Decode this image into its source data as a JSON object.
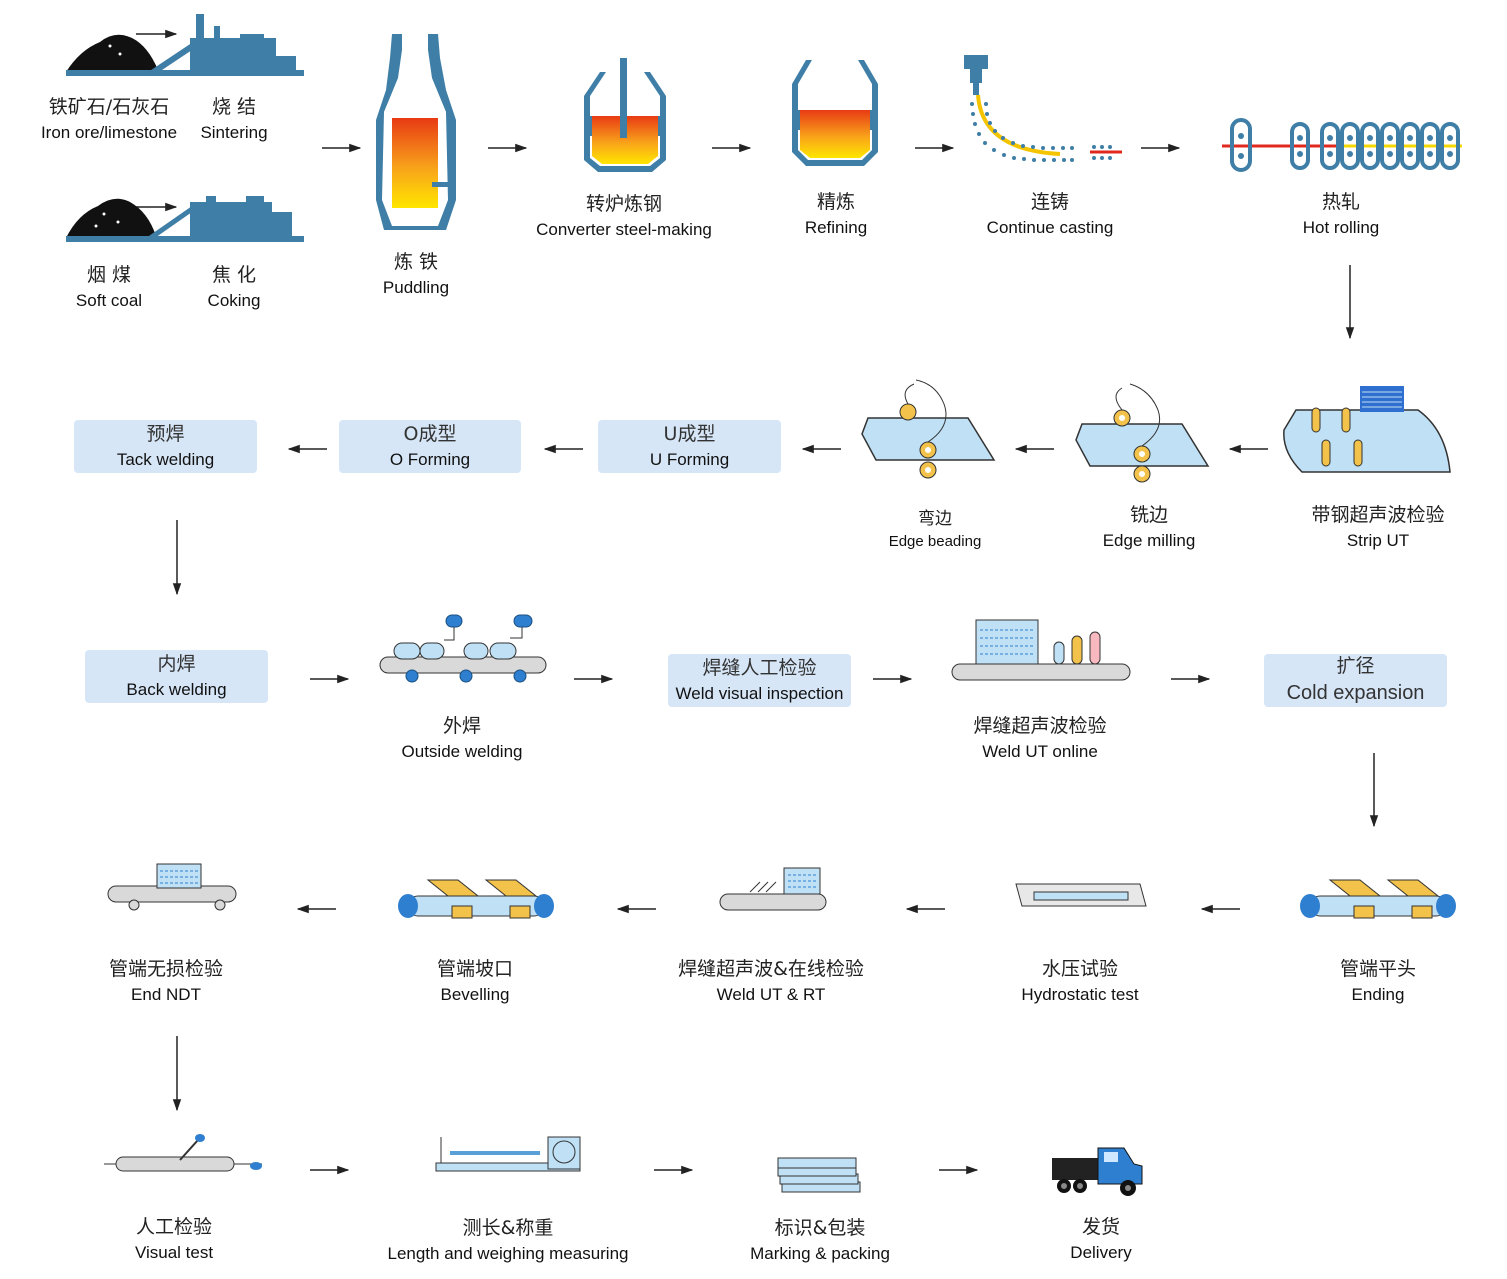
{
  "steps": {
    "iron_ore": {
      "zh": "铁矿石/石灰石",
      "en": "Iron ore/limestone"
    },
    "sintering": {
      "zh": "烧 结",
      "en": "Sintering"
    },
    "soft_coal": {
      "zh": "烟 煤",
      "en": "Soft coal"
    },
    "coking": {
      "zh": "焦 化",
      "en": "Coking"
    },
    "puddling": {
      "zh": "炼 铁",
      "en": "Puddling"
    },
    "converter": {
      "zh": "转炉炼钢",
      "en": "Converter steel-making"
    },
    "refining": {
      "zh": "精炼",
      "en": "Refining"
    },
    "casting": {
      "zh": "连铸",
      "en": "Continue casting"
    },
    "hot_rolling": {
      "zh": "热轧",
      "en": "Hot rolling"
    },
    "strip_ut": {
      "zh": "带钢超声波检验",
      "en": "Strip UT"
    },
    "edge_milling": {
      "zh": "铣边",
      "en": "Edge milling"
    },
    "edge_beading": {
      "zh": "弯边",
      "en": "Edge beading"
    },
    "u_forming": {
      "zh": "U成型",
      "en": "U Forming"
    },
    "o_forming": {
      "zh": "O成型",
      "en": "O Forming"
    },
    "tack_welding": {
      "zh": "预焊",
      "en": "Tack welding"
    },
    "back_welding": {
      "zh": "内焊",
      "en": "Back welding"
    },
    "outside_welding": {
      "zh": "外焊",
      "en": "Outside welding"
    },
    "weld_visual": {
      "zh": "焊缝人工检验",
      "en": "Weld visual inspection"
    },
    "weld_ut_online": {
      "zh": "焊缝超声波检验",
      "en": "Weld UT online"
    },
    "cold_expansion": {
      "zh": "扩径",
      "en": "Cold expansion"
    },
    "ending": {
      "zh": "管端平头",
      "en": "Ending"
    },
    "hydrostatic": {
      "zh": "水压试验",
      "en": "Hydrostatic test"
    },
    "weld_ut_rt": {
      "zh": "焊缝超声波&在线检验",
      "en": "Weld UT & RT"
    },
    "bevelling": {
      "zh": "管端坡口",
      "en": "Bevelling"
    },
    "end_ndt": {
      "zh": "管端无损检验",
      "en": "End NDT"
    },
    "visual_test": {
      "zh": "人工检验",
      "en": "Visual test"
    },
    "length_weigh": {
      "zh": "测长&称重",
      "en": "Length and weighing measuring"
    },
    "marking": {
      "zh": "标识&包装",
      "en": "Marking & packing"
    },
    "delivery": {
      "zh": "发货",
      "en": "Delivery"
    }
  },
  "colors": {
    "steel_blue": "#3f7ea6",
    "light_blue": "#bfe0f5",
    "box_fill": "#d6e6f7",
    "molten_top": "#e83a14",
    "molten_bottom": "#ffe600",
    "yellow": "#f2c24a",
    "arrow": "#222222"
  }
}
